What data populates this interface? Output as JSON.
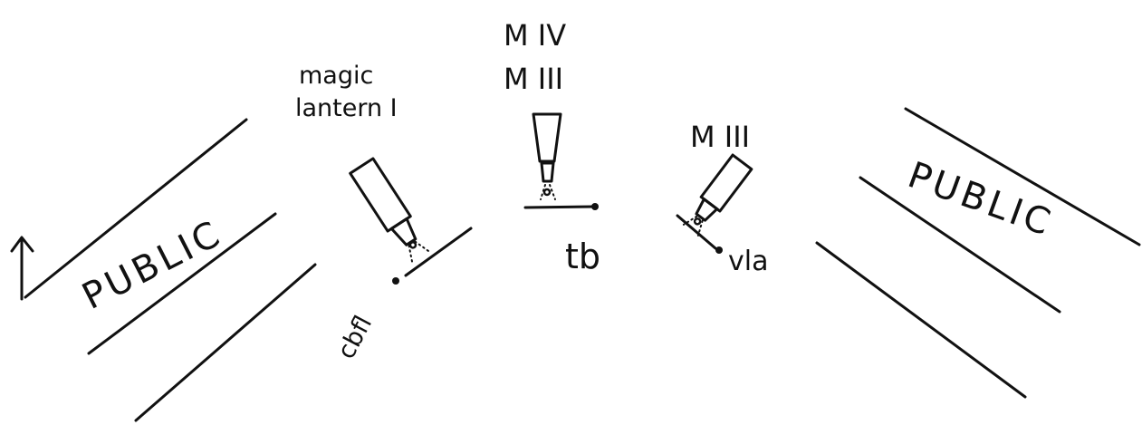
{
  "audience_left": {
    "label": "PUBLIC",
    "direction_icon": "arrow-up-icon"
  },
  "audience_right": {
    "label": "PUBLIC"
  },
  "projectors": [
    {
      "labels": [
        "magic",
        "lantern I"
      ],
      "player": "cbfl"
    },
    {
      "labels": [
        "M IV",
        "M III"
      ],
      "player": "tb"
    },
    {
      "labels": [
        "M III"
      ],
      "player": "vla"
    }
  ],
  "colors": {
    "ink": "#111111",
    "paper": "#ffffff"
  }
}
